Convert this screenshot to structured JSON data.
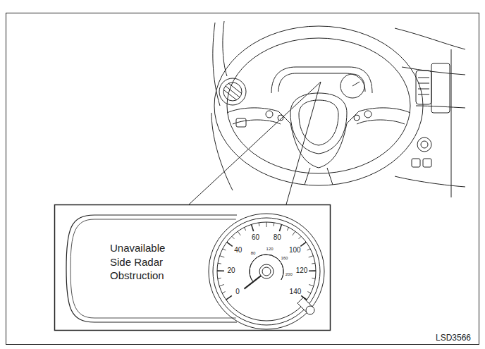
{
  "diagram": {
    "nodes": [
      {
        "text": [
          "Unavailable Side Radar Obstruction"
        ]
      }
    ],
    "labels": [
      "0",
      "20",
      "40",
      "60",
      "80",
      "100",
      "120",
      "140",
      "80",
      "120",
      "160",
      "200",
      "LSD3566"
    ]
  }
}
